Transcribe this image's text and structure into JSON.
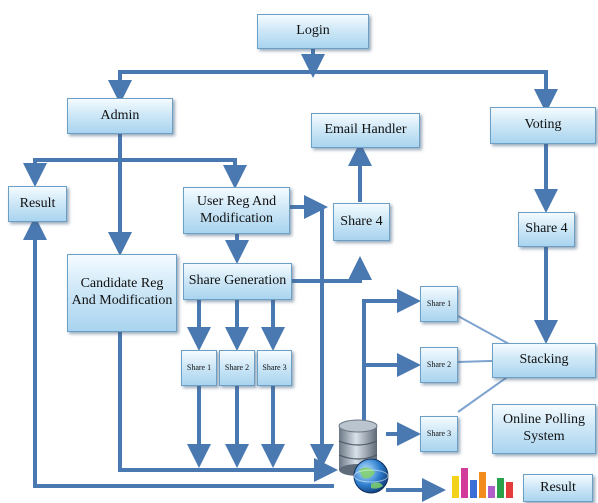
{
  "nodes": {
    "login": "Login",
    "admin": "Admin",
    "email_handler": "Email Handler",
    "voting": "Voting",
    "result_left": "Result",
    "user_reg": "User Reg And Modification",
    "share4_mid": "Share 4",
    "share4_right": "Share 4",
    "candidate_reg": "Candidate Reg And Modification",
    "share_generation": "Share Generation",
    "share1_bottom": "Share 1",
    "share2_bottom": "Share 2",
    "share3_bottom": "Share 3",
    "share1_right": "Share 1",
    "share2_right": "Share 2",
    "share3_right": "Share 3",
    "stacking": "Stacking",
    "online_polling": "Online Polling System",
    "result_bottom": "Result"
  },
  "colors": {
    "arrow": "#4a78b0",
    "box_border": "#6c9fc6",
    "bar_colors": [
      "#f2d21b",
      "#d23b9a",
      "#3c6ed8",
      "#f28c1c",
      "#b060c8",
      "#2aa24b",
      "#e43b3b"
    ]
  },
  "icons": {
    "database": "database-globe-icon",
    "chart": "bar-chart-icon"
  }
}
